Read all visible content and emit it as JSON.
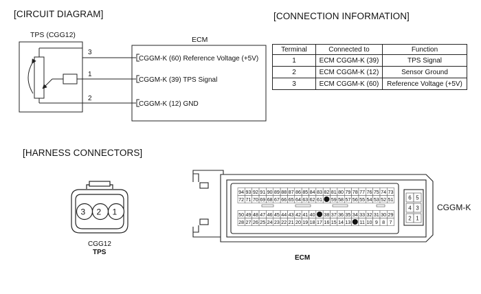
{
  "sections": {
    "circuit": "[CIRCUIT DIAGRAM]",
    "connection": "[CONNECTION INFORMATION]",
    "harness": "[HARNESS CONNECTORS]"
  },
  "circuit": {
    "sensor_label": "TPS (CGG12)",
    "ecm_label": "ECM",
    "wires": [
      {
        "pin": "3",
        "ecm_text": "CGGM-K (60) Reference Voltage (+5V)"
      },
      {
        "pin": "1",
        "ecm_text": "CGGM-K (39)  TPS Signal"
      },
      {
        "pin": "2",
        "ecm_text": "CGGM-K (12)  GND"
      }
    ]
  },
  "connection_table": {
    "headers": [
      "Terminal",
      "Connected to",
      "Function"
    ],
    "rows": [
      [
        "1",
        "ECM CGGM-K (39)",
        "TPS Signal"
      ],
      [
        "2",
        "ECM CGGM-K (12)",
        "Sensor Ground"
      ],
      [
        "3",
        "ECM CGGM-K (60)",
        "Reference Voltage (+5V)"
      ]
    ]
  },
  "tps_connector": {
    "pins": [
      "3",
      "2",
      "1"
    ],
    "name": "CGG12",
    "label": "TPS"
  },
  "ecm_connector": {
    "name": "CGGM-K",
    "label": "ECM",
    "rows": [
      [
        "94",
        "93",
        "92",
        "91",
        "90",
        "89",
        "88",
        "87",
        "86",
        "85",
        "84",
        "83",
        "82",
        "81",
        "80",
        "79",
        "78",
        "77",
        "76",
        "75",
        "74",
        "73"
      ],
      [
        "72",
        "71",
        "70",
        "69",
        "68",
        "67",
        "66",
        "65",
        "64",
        "63",
        "62",
        "61",
        "●",
        "59",
        "58",
        "57",
        "56",
        "55",
        "54",
        "53",
        "52",
        "51"
      ],
      [
        "50",
        "49",
        "48",
        "47",
        "46",
        "45",
        "44",
        "43",
        "42",
        "41",
        "40",
        "●",
        "38",
        "37",
        "36",
        "35",
        "34",
        "33",
        "32",
        "31",
        "30",
        "29"
      ],
      [
        "28",
        "27",
        "26",
        "25",
        "24",
        "23",
        "22",
        "21",
        "20",
        "19",
        "18",
        "17",
        "16",
        "15",
        "14",
        "13",
        "●",
        "11",
        "10",
        "9",
        "8",
        "7"
      ]
    ],
    "small_block": [
      [
        "6",
        "5"
      ],
      [
        "4",
        "3"
      ],
      [
        "2",
        "1"
      ]
    ]
  },
  "colors": {
    "line": "#222222",
    "text": "#111111"
  }
}
